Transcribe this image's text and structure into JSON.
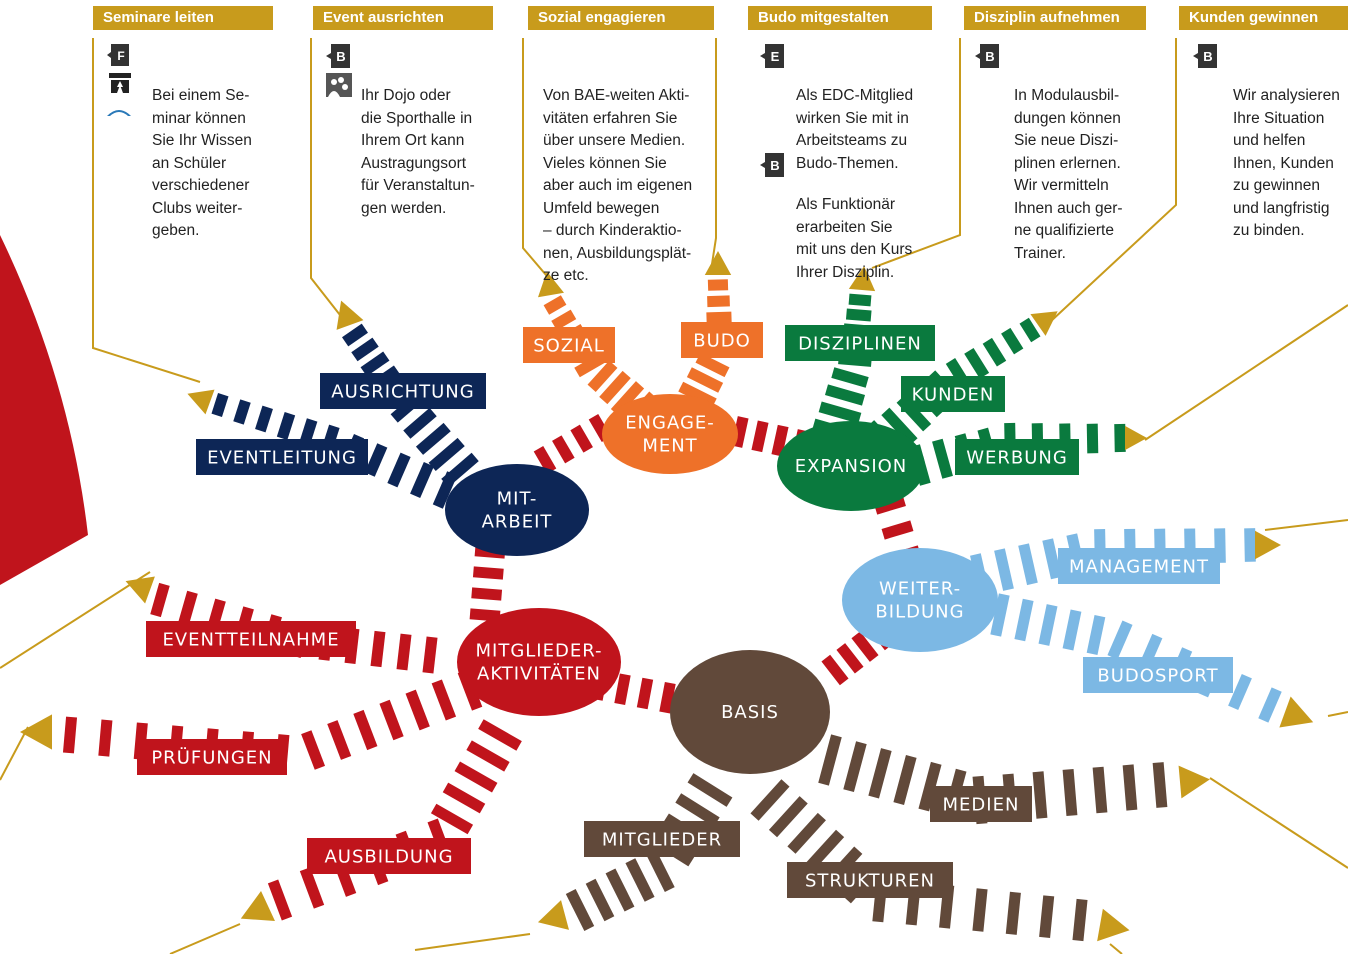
{
  "colors": {
    "gold": "#c89b1c",
    "red": "#c0141c",
    "navy": "#0d2656",
    "orange": "#ee7129",
    "green": "#0a7a3e",
    "lightblue": "#7cb8e4",
    "brown": "#61493a"
  },
  "boxes": [
    {
      "title": "Seminare leiten",
      "lines": [
        "Bei einem Se-",
        "minar können",
        "Sie Ihr Wissen",
        "an Schüler",
        "verschiedener",
        "Clubs weiter-",
        "geben."
      ],
      "badges": [
        "F"
      ],
      "icons": [
        "dojo-pictogram-icon",
        "badge-logo-icon"
      ]
    },
    {
      "title": "Event ausrichten",
      "lines": [
        "Ihr Dojo oder",
        "die Sporthalle in",
        "Ihrem Ort kann",
        "Austragungsort",
        "für Veranstaltun-",
        "gen werden."
      ],
      "badges": [
        "B"
      ],
      "icons": [
        "group-people-icon"
      ]
    },
    {
      "title": "Sozial engagieren",
      "lines": [
        "Von BAE-weiten Akti-",
        "vitäten erfahren Sie",
        "über unsere Medien.",
        "Vieles können Sie",
        "aber auch im eigenen",
        "Umfeld bewegen",
        "– durch Kinderaktio-",
        "nen, Ausbildungsplät-",
        "ze etc."
      ],
      "badges": [],
      "icons": []
    },
    {
      "title": "Budo mitgestalten",
      "lines": [
        "Als EDC-Mitglied",
        "wirken Sie mit in",
        "Arbeitsteams zu",
        "Budo-Themen."
      ],
      "lines2": [
        "Als Funktionär",
        "erarbeiten Sie",
        "mit uns den Kurs",
        "Ihrer Disziplin."
      ],
      "badges": [
        "E",
        "B"
      ],
      "icons": []
    },
    {
      "title": "Disziplin aufnehmen",
      "lines": [
        "In Modulausbil-",
        "dungen können",
        "Sie neue Diszi-",
        "plinen erlernen.",
        "Wir vermitteln",
        "Ihnen auch ger-",
        "ne qualifizierte",
        "Trainer."
      ],
      "badges": [
        "B"
      ],
      "icons": []
    },
    {
      "title": "Kunden gewinnen",
      "lines": [
        "Wir analysieren",
        "Ihre Situation",
        "und helfen",
        "Ihnen, Kunden",
        "zu gewinnen",
        "und langfristig",
        "zu binden."
      ],
      "badges": [
        "B"
      ],
      "icons": []
    }
  ],
  "hubs": [
    {
      "name": "hub-mitarbeit",
      "lines": [
        "MIT-",
        "ARBEIT"
      ],
      "color": "#0d2656"
    },
    {
      "name": "hub-engagement",
      "lines": [
        "ENGAGE-",
        "MENT"
      ],
      "color": "#ee7129"
    },
    {
      "name": "hub-expansion",
      "lines": [
        "EXPANSION"
      ],
      "color": "#0a7a3e"
    },
    {
      "name": "hub-weiterbildung",
      "lines": [
        "WEITER-",
        "BILDUNG"
      ],
      "color": "#7cb8e4"
    },
    {
      "name": "hub-mitgliederaktivitaeten",
      "lines": [
        "MITGLIEDER-",
        "AKTIVITÄTEN"
      ],
      "color": "#c0141c"
    },
    {
      "name": "hub-basis",
      "lines": [
        "BASIS"
      ],
      "color": "#61493a"
    }
  ],
  "labels": [
    {
      "name": "label-ausrichtung",
      "text": "AUSRICHTUNG",
      "color": "#0d2656"
    },
    {
      "name": "label-eventleitung",
      "text": "EVENTLEITUNG",
      "color": "#0d2656"
    },
    {
      "name": "label-sozial",
      "text": "SOZIAL",
      "color": "#ee7129"
    },
    {
      "name": "label-budo",
      "text": "BUDO",
      "color": "#ee7129"
    },
    {
      "name": "label-disziplinen",
      "text": "DISZIPLINEN",
      "color": "#0a7a3e"
    },
    {
      "name": "label-kunden",
      "text": "KUNDEN",
      "color": "#0a7a3e"
    },
    {
      "name": "label-werbung",
      "text": "WERBUNG",
      "color": "#0a7a3e"
    },
    {
      "name": "label-management",
      "text": "MANAGEMENT",
      "color": "#7cb8e4"
    },
    {
      "name": "label-budosport",
      "text": "BUDOSPORT",
      "color": "#7cb8e4"
    },
    {
      "name": "label-eventteilnahme",
      "text": "EVENTTEILNAHME",
      "color": "#c0141c"
    },
    {
      "name": "label-pruefungen",
      "text": "PRÜFUNGEN",
      "color": "#c0141c"
    },
    {
      "name": "label-ausbildung",
      "text": "AUSBILDUNG",
      "color": "#c0141c"
    },
    {
      "name": "label-mitglieder",
      "text": "MITGLIEDER",
      "color": "#61493a"
    },
    {
      "name": "label-strukturen",
      "text": "STRUKTUREN",
      "color": "#61493a"
    },
    {
      "name": "label-medien",
      "text": "MEDIEN",
      "color": "#61493a"
    }
  ]
}
